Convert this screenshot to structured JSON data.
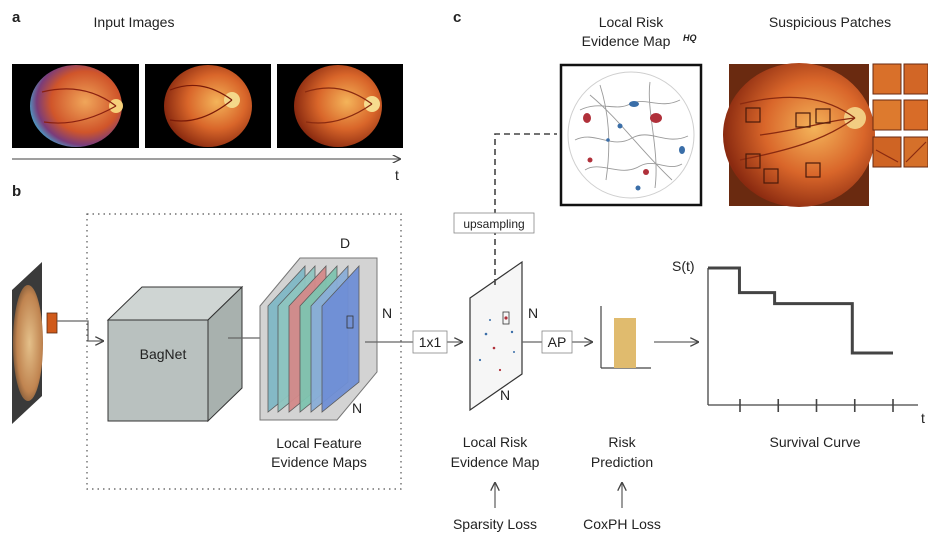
{
  "panels": {
    "a": "a",
    "b": "b",
    "c": "c"
  },
  "panel_a": {
    "title": "Input Images",
    "time_label": "t",
    "image_count": 3
  },
  "panel_b": {
    "network_label": "BagNet",
    "feature_maps_line1": "Local Feature",
    "feature_maps_line2": "Evidence Maps",
    "dim_d": "D",
    "dim_n_right": "N",
    "dim_n_bottom": "N",
    "conv_label": "1x1",
    "risk_map_dim_right": "N",
    "risk_map_dim_bottom": "N",
    "risk_map_line1": "Local Risk",
    "risk_map_line2": "Evidence Map",
    "pool_label": "AP",
    "risk_line1": "Risk",
    "risk_line2": "Prediction",
    "sparsity_loss": "Sparsity Loss",
    "coxph_loss": "CoxPH Loss",
    "upsampling_label": "upsampling",
    "survival_y_label": "S(t)",
    "survival_x_label": "t",
    "survival_title": "Survival Curve"
  },
  "panel_c": {
    "hq_map_line1": "Local Risk",
    "hq_map_line2": "Evidence Map",
    "hq_superscript": "HQ",
    "patches_title": "Suspicious Patches"
  },
  "colors": {
    "box_gray": "#b9c1bf",
    "stack_gray": "#d0d0d0",
    "risk_bar": "#e0bb6e",
    "fundus_orange": "#d9662a",
    "fundus_dark": "#8a2a10",
    "map_red": "#b0303a",
    "map_blue": "#3a6ea8",
    "curve": "#444444"
  },
  "chart_data": {
    "type": "line",
    "step": true,
    "title": "Survival Curve",
    "ylabel": "S(t)",
    "xlabel": "t",
    "x_ticks": 5,
    "series": [
      {
        "x": [
          0,
          0.17,
          0.36,
          0.78,
          1.0
        ],
        "y": [
          1.0,
          0.82,
          0.74,
          0.38,
          0.38
        ]
      }
    ]
  }
}
